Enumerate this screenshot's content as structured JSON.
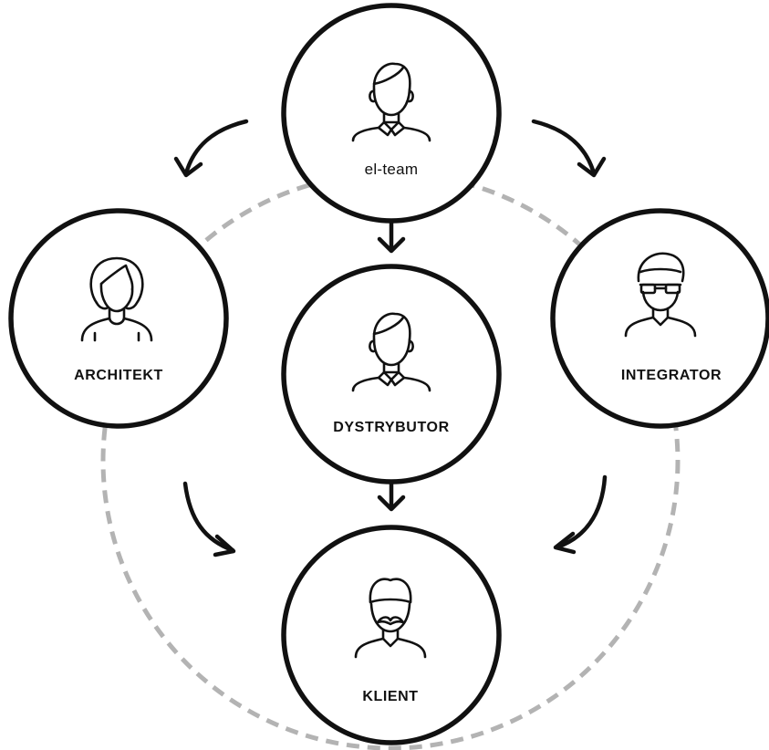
{
  "diagram": {
    "nodes": {
      "el_team": {
        "label": "el-team",
        "icon": "man-with-collar-icon"
      },
      "architekt": {
        "label": "ARCHITEKT",
        "icon": "woman-icon"
      },
      "dystrybutor": {
        "label": "DYSTRYBUTOR",
        "icon": "man-with-collar-icon"
      },
      "integrator": {
        "label": "INTEGRATOR",
        "icon": "man-with-glasses-icon"
      },
      "klient": {
        "label": "KLIENT",
        "icon": "man-with-mustache-icon"
      }
    },
    "edges": [
      {
        "from": "el-team",
        "to": "ARCHITEKT"
      },
      {
        "from": "el-team",
        "to": "INTEGRATOR"
      },
      {
        "from": "el-team",
        "to": "DYSTRYBUTOR"
      },
      {
        "from": "DYSTRYBUTOR",
        "to": "KLIENT"
      },
      {
        "from": "ARCHITEKT",
        "to": "KLIENT"
      },
      {
        "from": "INTEGRATOR",
        "to": "KLIENT"
      }
    ],
    "colors": {
      "stroke": "#111111",
      "ring": "#b3b3b3",
      "background": "#ffffff"
    }
  }
}
